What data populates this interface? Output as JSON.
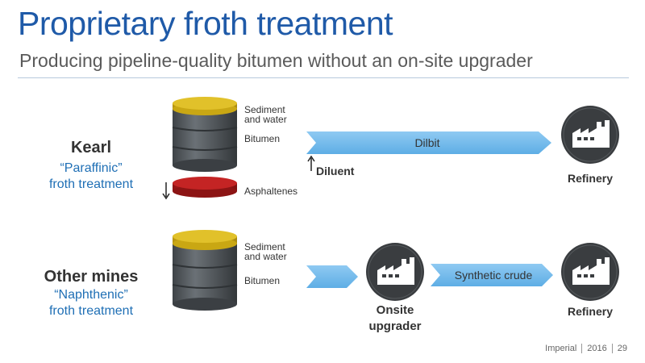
{
  "header": {
    "title": "Proprietary froth treatment",
    "subtitle": "Producing pipeline-quality bitumen without an on-site upgrader"
  },
  "kearl": {
    "title": "Kearl",
    "subtitle_line1": "“Paraffinic”",
    "subtitle_line2": "froth treatment",
    "labels": {
      "sediment_line1": "Sediment",
      "sediment_line2": "and water",
      "bitumen": "Bitumen",
      "asphaltenes": "Asphaltenes"
    },
    "arrow_label": "Dilbit",
    "diluent": "Diluent",
    "refinery": "Refinery"
  },
  "other": {
    "title": "Other mines",
    "subtitle_line1": "“Naphthenic”",
    "subtitle_line2": "froth treatment",
    "labels": {
      "sediment_line1": "Sediment",
      "sediment_line2": "and water",
      "bitumen": "Bitumen"
    },
    "upgrader_line1": "Onsite",
    "upgrader_line2": "upgrader",
    "arrow_label": "Synthetic crude",
    "refinery": "Refinery"
  },
  "footer": {
    "company": "Imperial",
    "year": "2016",
    "page": "29"
  },
  "colors": {
    "title_blue": "#1f5aa8",
    "arrow_blue": "#6fb8ea",
    "barrel_gray": "#555b60",
    "lid_gold": "#d6b21a",
    "asphaltene_red": "#b31c1c",
    "icon_dark": "#3a3d40"
  },
  "icons": [
    "factory-icon",
    "barrel-icon",
    "arrow-down-icon",
    "arrow-up-icon"
  ]
}
